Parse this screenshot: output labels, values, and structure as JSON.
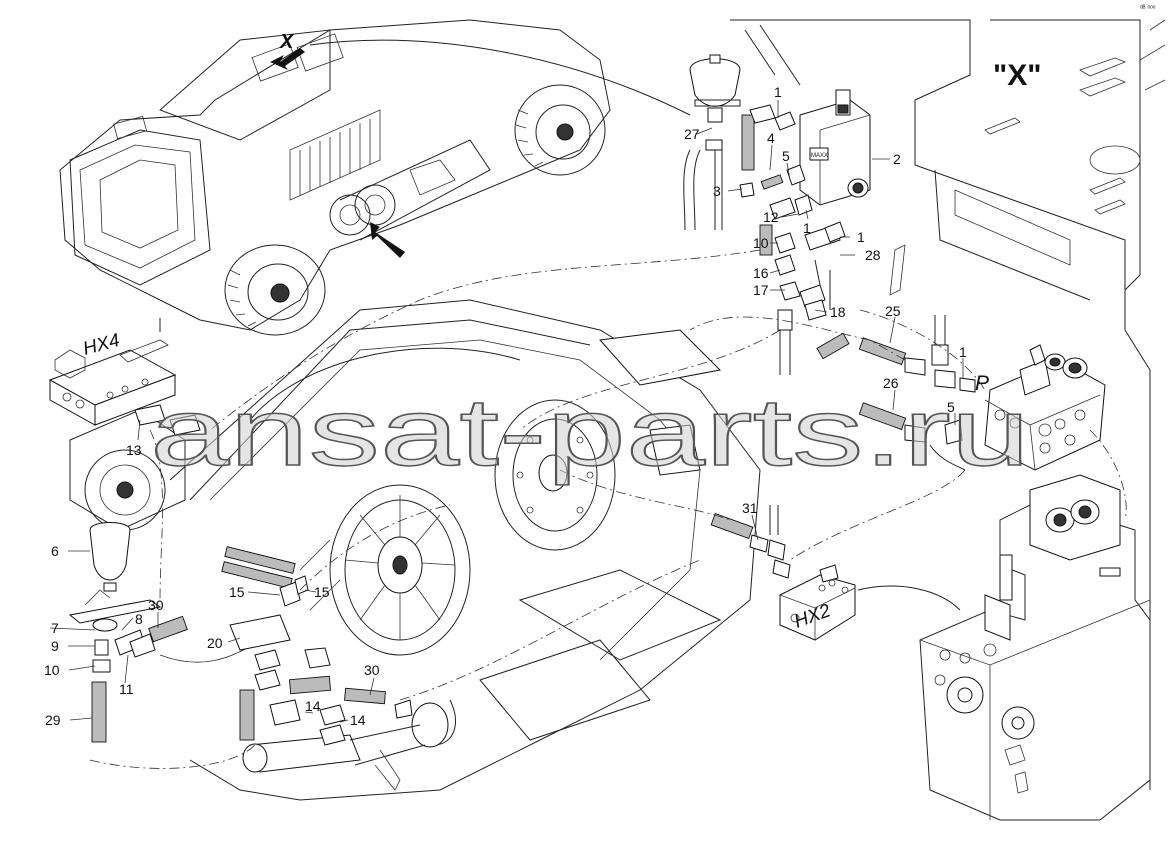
{
  "view_label": "\"X\"",
  "marker_x": "X",
  "ports": {
    "p": "P"
  },
  "blocks": {
    "hx4": "HX4",
    "hx2": "HX2"
  },
  "watermark": "ansat-parts.ru",
  "corner_mark": "ᵈᴮ ᵒᵒᵒ",
  "callouts": [
    {
      "id": "c27",
      "text": "27"
    },
    {
      "id": "c1a",
      "text": "1"
    },
    {
      "id": "c2",
      "text": "2"
    },
    {
      "id": "c4",
      "text": "4"
    },
    {
      "id": "c5a",
      "text": "5"
    },
    {
      "id": "c3",
      "text": "3"
    },
    {
      "id": "c12",
      "text": "12"
    },
    {
      "id": "c1b",
      "text": "1"
    },
    {
      "id": "c1c",
      "text": "1"
    },
    {
      "id": "c10a",
      "text": "10"
    },
    {
      "id": "c28",
      "text": "28"
    },
    {
      "id": "c16",
      "text": "16"
    },
    {
      "id": "c17",
      "text": "17"
    },
    {
      "id": "c18",
      "text": "18"
    },
    {
      "id": "c25",
      "text": "25"
    },
    {
      "id": "c1d",
      "text": "1"
    },
    {
      "id": "c26",
      "text": "26"
    },
    {
      "id": "c5b",
      "text": "5"
    },
    {
      "id": "c13",
      "text": "13"
    },
    {
      "id": "c31",
      "text": "31"
    },
    {
      "id": "c6",
      "text": "6"
    },
    {
      "id": "c15a",
      "text": "15"
    },
    {
      "id": "c15b",
      "text": "15"
    },
    {
      "id": "c30a",
      "text": "30"
    },
    {
      "id": "c8",
      "text": "8"
    },
    {
      "id": "c7",
      "text": "7"
    },
    {
      "id": "c9",
      "text": "9"
    },
    {
      "id": "c20",
      "text": "20"
    },
    {
      "id": "c10b",
      "text": "10"
    },
    {
      "id": "c11",
      "text": "11"
    },
    {
      "id": "c30b",
      "text": "30"
    },
    {
      "id": "c29",
      "text": "29"
    },
    {
      "id": "c14a",
      "text": "14"
    },
    {
      "id": "c14b",
      "text": "14"
    }
  ]
}
